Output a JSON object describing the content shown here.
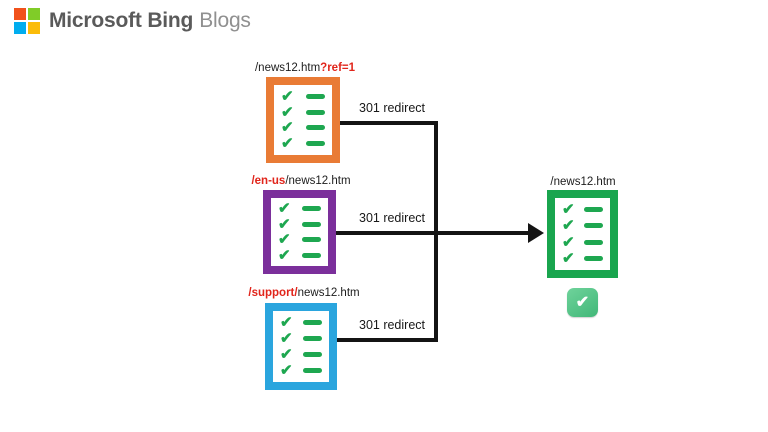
{
  "header": {
    "brand_primary": "Microsoft Bing",
    "brand_secondary": "Blogs",
    "logo_colors": {
      "top_left": "#f1511b",
      "top_right": "#80cc28",
      "bottom_left": "#00adef",
      "bottom_right": "#fbbc09"
    }
  },
  "icons": {
    "check": "✔"
  },
  "colors": {
    "highlight_red": "#e1251b",
    "check_green": "#1ea750",
    "arrow_black": "#141414",
    "check_button_green": "#52c185"
  },
  "diagram": {
    "sources": [
      {
        "label_pre": "/news12.htm",
        "label_red": "?ref=1",
        "label_post": "",
        "border_color": "#e97b35",
        "redirect_label": "301 redirect"
      },
      {
        "label_pre": "",
        "label_red": "/en-us",
        "label_post": "/news12.htm",
        "border_color": "#7b2f9b",
        "redirect_label": "301 redirect"
      },
      {
        "label_pre": "",
        "label_red": "/support/",
        "label_post": "news12.htm",
        "border_color": "#2aa5de",
        "redirect_label": "301 redirect"
      }
    ],
    "target": {
      "label_pre": "/news12.htm",
      "label_red": "",
      "label_post": "",
      "border_color": "#19a54e"
    }
  }
}
